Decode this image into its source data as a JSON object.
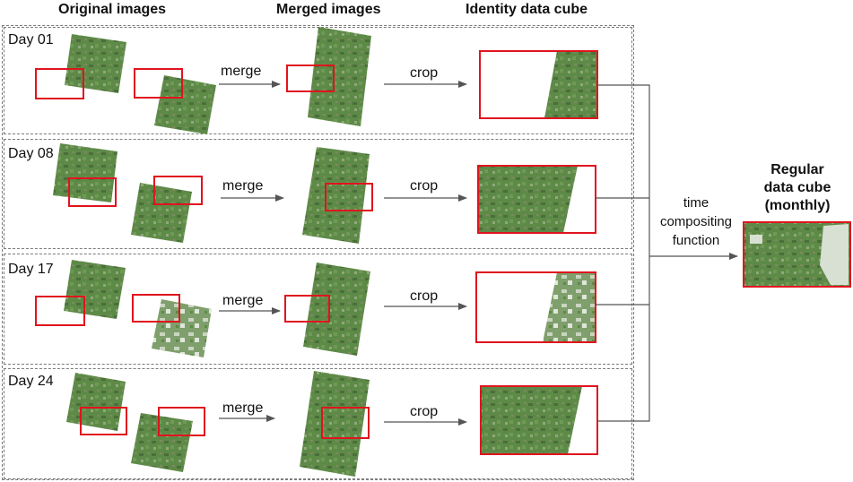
{
  "headers": {
    "original": "Original images",
    "merged": "Merged images",
    "cube": "Identity data cube"
  },
  "rows": [
    {
      "day": "Day 01",
      "merge": "merge",
      "crop": "crop"
    },
    {
      "day": "Day 08",
      "merge": "merge",
      "crop": "crop"
    },
    {
      "day": "Day 17",
      "merge": "merge",
      "crop": "crop"
    },
    {
      "day": "Day 24",
      "merge": "merge",
      "crop": "crop"
    }
  ],
  "compositing": {
    "line1": "time",
    "line2": "compositing",
    "line3": "function"
  },
  "result": {
    "line1": "Regular",
    "line2": "data cube",
    "line3": "(monthly)"
  },
  "colors": {
    "tile_green": "#5e8a48",
    "tile_dark": "#4a6f3a",
    "tile_light": "#9fb88f",
    "roi_red": "#e0141e",
    "arrow_gray": "#555555",
    "dash_gray": "#7a7a7a"
  }
}
